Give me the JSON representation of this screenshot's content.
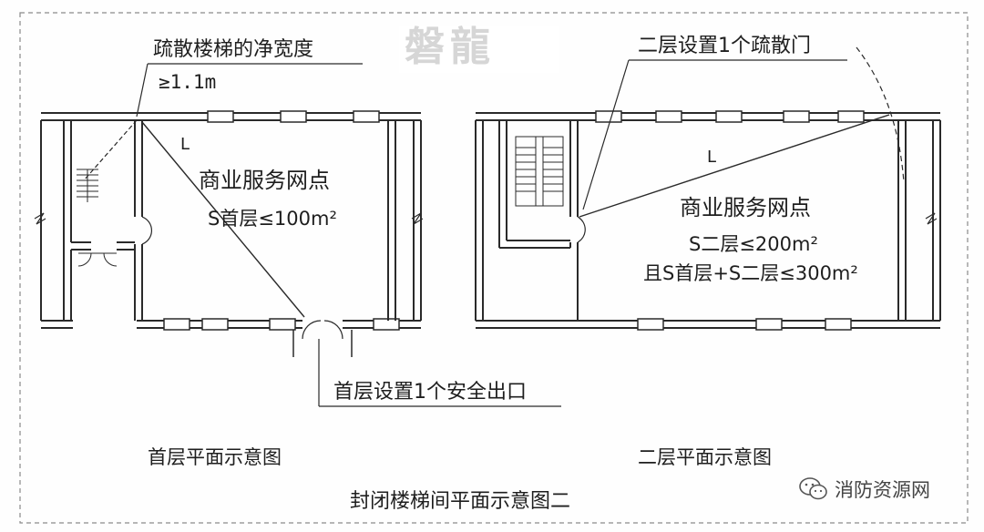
{
  "watermark": "磐龍",
  "left_plan": {
    "annotation_stair_width_line1": "疏散楼梯的净宽度",
    "annotation_stair_width_line2": "≥1.1m",
    "distance_label": "L",
    "room_name": "商业服务网点",
    "area_limit": "S首层≤100m²",
    "exit_annotation": "首层设置1个安全出口",
    "caption": "首层平面示意图"
  },
  "right_plan": {
    "door_annotation": "二层设置1个疏散门",
    "distance_label": "L",
    "room_name": "商业服务网点",
    "area_limit_1": "S二层≤200m²",
    "area_limit_2": "且S首层+S二层≤300m²",
    "caption": "二层平面示意图"
  },
  "figure_title": "封闭楼梯间平面示意图二",
  "source_logo": "消防资源网"
}
